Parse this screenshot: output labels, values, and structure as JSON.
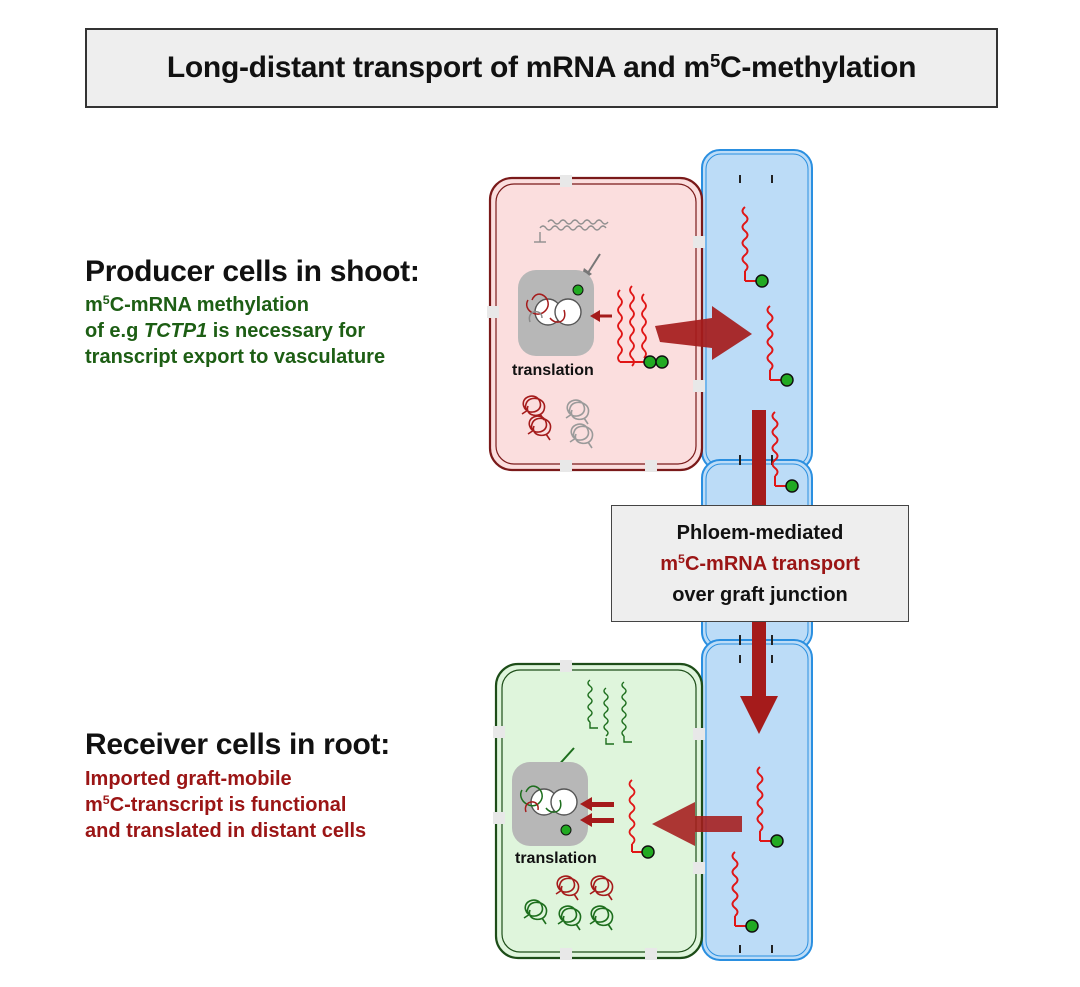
{
  "title": {
    "pre": "Long-distant transport of mRNA and m",
    "sup": "5",
    "post": "C-methylation"
  },
  "producer": {
    "heading": "Producer cells in shoot:",
    "line1_pre": "m",
    "line1_sup": "5",
    "line1_post": "C-mRNA methylation",
    "line2_pre": "of e.g ",
    "line2_gene": "TCTP1",
    "line2_post": " is necessary for",
    "line3": "transcript export to vasculature",
    "cell_label": "translation"
  },
  "phloem": {
    "line1": "Phloem-mediated",
    "line2_pre": "m",
    "line2_sup": "5",
    "line2_post": "C-mRNA transport",
    "line3": "over graft junction"
  },
  "receiver": {
    "heading": "Receiver cells in root:",
    "line1": "Imported graft-mobile",
    "line2_pre": "m",
    "line2_sup": "5",
    "line2_post": "C-transcript is functional",
    "line3": "and translated in distant cells",
    "cell_label": "translation"
  },
  "colors": {
    "producer_cell_fill": "#fbdede",
    "producer_cell_border": "#7a1a1a",
    "receiver_cell_fill": "#dff5dc",
    "receiver_cell_border": "#1d4d18",
    "phloem_fill": "#bcdcf7",
    "phloem_border": "#2a8fe0",
    "arrow_red": "#a51b1b",
    "mrna_red": "#e01616",
    "marker_green": "#22aa22"
  }
}
